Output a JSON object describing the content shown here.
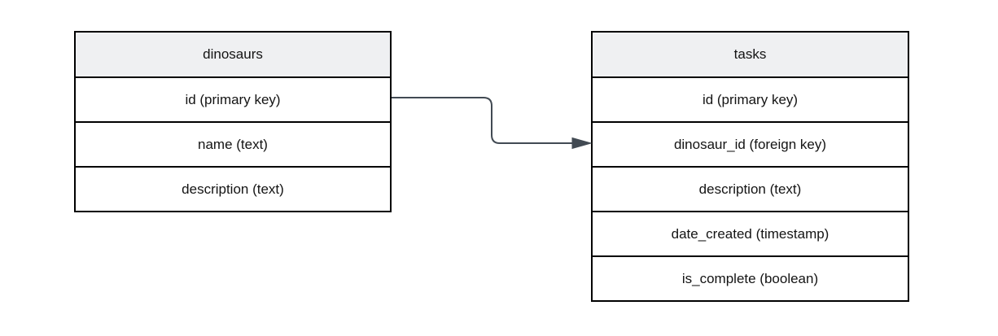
{
  "colors": {
    "canvas_bg": "#ffffff",
    "table_border": "#000000",
    "header_fill": "#eff0f2",
    "row_fill": "#ffffff",
    "text": "#141414",
    "connector": "#424a53"
  },
  "tables": [
    {
      "title": "dinosaurs",
      "rows": [
        "id (primary key)",
        "name (text)",
        "description (text)"
      ]
    },
    {
      "title": "tasks",
      "rows": [
        "id (primary key)",
        "dinosaur_id (foreign key)",
        "description (text)",
        "date_created (timestamp)",
        "is_complete (boolean)"
      ]
    }
  ],
  "connector": {
    "from_table": "dinosaurs",
    "from_row": "id (primary key)",
    "to_table": "tasks",
    "to_row": "dinosaur_id (foreign key)",
    "arrow": "filled-triangle-right"
  }
}
